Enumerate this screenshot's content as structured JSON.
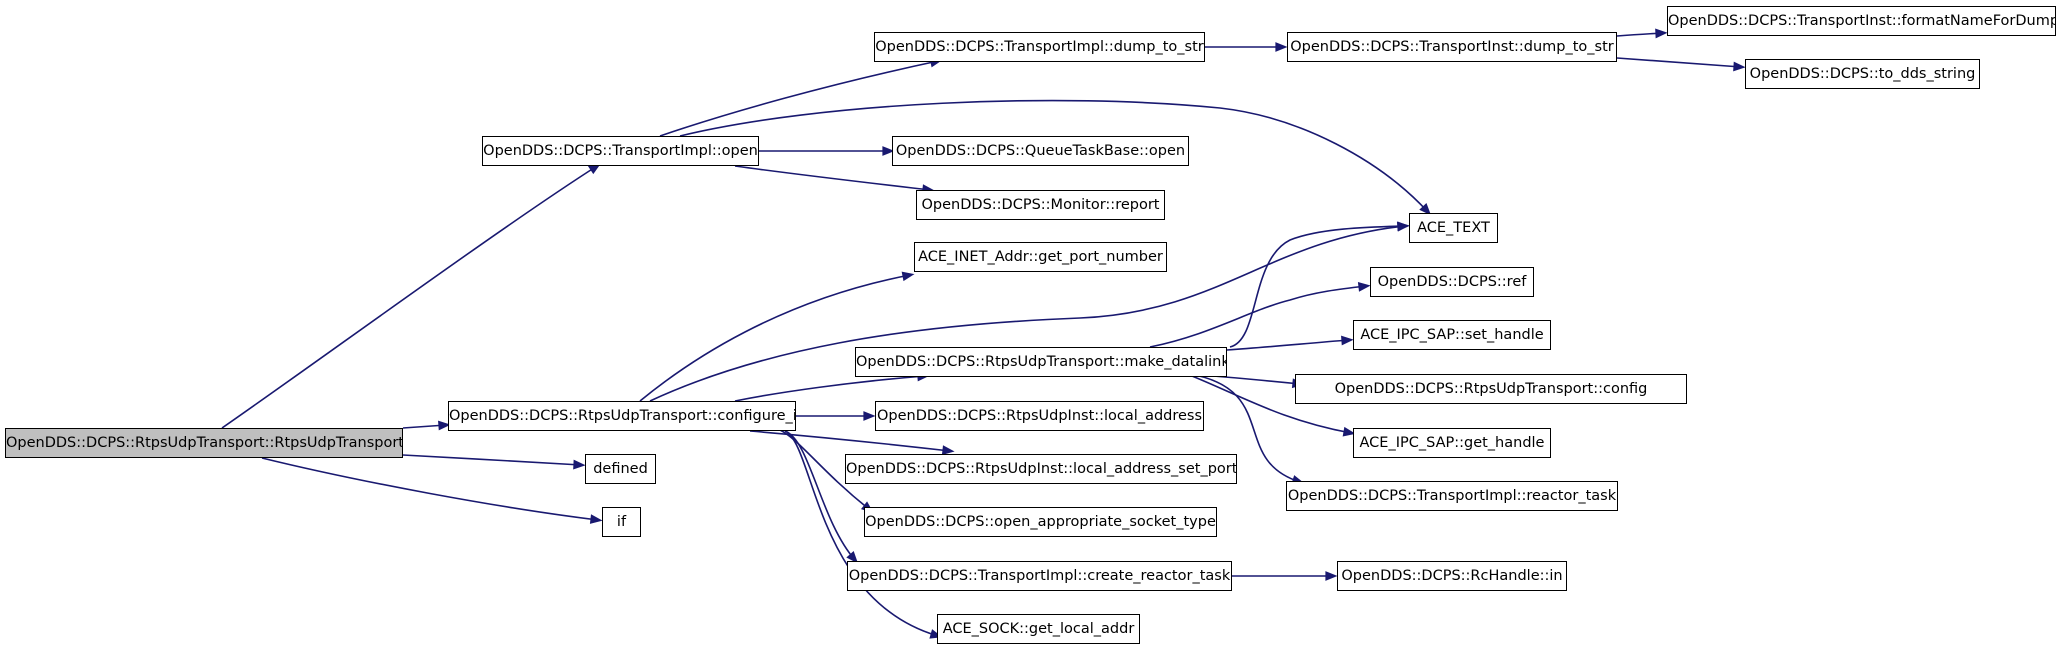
{
  "graph": {
    "edge_color": "#191970",
    "root_fill": "#bfbfbf",
    "nodes": [
      {
        "id": "root",
        "label": "OpenDDS::DCPS::RtpsUdpTransport::RtpsUdpTransport",
        "root": true
      },
      {
        "id": "ti_open",
        "label": "OpenDDS::DCPS::TransportImpl::open"
      },
      {
        "id": "configure_i",
        "label": "OpenDDS::DCPS::RtpsUdpTransport::configure_i"
      },
      {
        "id": "defined",
        "label": "defined"
      },
      {
        "id": "if",
        "label": "if"
      },
      {
        "id": "ti_dump",
        "label": "OpenDDS::DCPS::TransportImpl::dump_to_str"
      },
      {
        "id": "qtb_open",
        "label": "OpenDDS::DCPS::QueueTaskBase::open"
      },
      {
        "id": "monitor_report",
        "label": "OpenDDS::DCPS::Monitor::report"
      },
      {
        "id": "ace_text",
        "label": "ACE_TEXT"
      },
      {
        "id": "tinst_dump",
        "label": "OpenDDS::DCPS::TransportInst::dump_to_str"
      },
      {
        "id": "format_name",
        "label": "OpenDDS::DCPS::TransportInst::formatNameForDump"
      },
      {
        "id": "to_dds_string",
        "label": "OpenDDS::DCPS::to_dds_string"
      },
      {
        "id": "get_port",
        "label": "ACE_INET_Addr::get_port_number"
      },
      {
        "id": "make_datalink",
        "label": "OpenDDS::DCPS::RtpsUdpTransport::make_datalink"
      },
      {
        "id": "local_address",
        "label": "OpenDDS::DCPS::RtpsUdpInst::local_address"
      },
      {
        "id": "local_address_set_port",
        "label": "OpenDDS::DCPS::RtpsUdpInst::local_address_set_port"
      },
      {
        "id": "open_socket",
        "label": "OpenDDS::DCPS::open_appropriate_socket_type"
      },
      {
        "id": "create_reactor",
        "label": "OpenDDS::DCPS::TransportImpl::create_reactor_task"
      },
      {
        "id": "get_local_addr",
        "label": "ACE_SOCK::get_local_addr"
      },
      {
        "id": "ref",
        "label": "OpenDDS::DCPS::ref"
      },
      {
        "id": "set_handle",
        "label": "ACE_IPC_SAP::set_handle"
      },
      {
        "id": "rut_config",
        "label": "OpenDDS::DCPS::RtpsUdpTransport::config"
      },
      {
        "id": "get_handle",
        "label": "ACE_IPC_SAP::get_handle"
      },
      {
        "id": "reactor_task",
        "label": "OpenDDS::DCPS::TransportImpl::reactor_task"
      },
      {
        "id": "rchandle_in",
        "label": "OpenDDS::DCPS::RcHandle::in"
      }
    ],
    "edges": [
      {
        "from": "root",
        "to": "ti_open"
      },
      {
        "from": "root",
        "to": "configure_i"
      },
      {
        "from": "root",
        "to": "defined"
      },
      {
        "from": "root",
        "to": "if"
      },
      {
        "from": "ti_open",
        "to": "ti_dump"
      },
      {
        "from": "ti_open",
        "to": "ace_text"
      },
      {
        "from": "ti_open",
        "to": "qtb_open"
      },
      {
        "from": "ti_open",
        "to": "monitor_report"
      },
      {
        "from": "ti_dump",
        "to": "tinst_dump"
      },
      {
        "from": "tinst_dump",
        "to": "format_name"
      },
      {
        "from": "tinst_dump",
        "to": "to_dds_string"
      },
      {
        "from": "configure_i",
        "to": "get_port"
      },
      {
        "from": "configure_i",
        "to": "ace_text"
      },
      {
        "from": "configure_i",
        "to": "make_datalink"
      },
      {
        "from": "configure_i",
        "to": "local_address"
      },
      {
        "from": "configure_i",
        "to": "local_address_set_port"
      },
      {
        "from": "configure_i",
        "to": "open_socket"
      },
      {
        "from": "configure_i",
        "to": "create_reactor"
      },
      {
        "from": "configure_i",
        "to": "get_local_addr"
      },
      {
        "from": "make_datalink",
        "to": "ace_text"
      },
      {
        "from": "make_datalink",
        "to": "ref"
      },
      {
        "from": "make_datalink",
        "to": "set_handle"
      },
      {
        "from": "make_datalink",
        "to": "rut_config"
      },
      {
        "from": "make_datalink",
        "to": "get_handle"
      },
      {
        "from": "make_datalink",
        "to": "reactor_task"
      },
      {
        "from": "create_reactor",
        "to": "rchandle_in"
      }
    ]
  }
}
